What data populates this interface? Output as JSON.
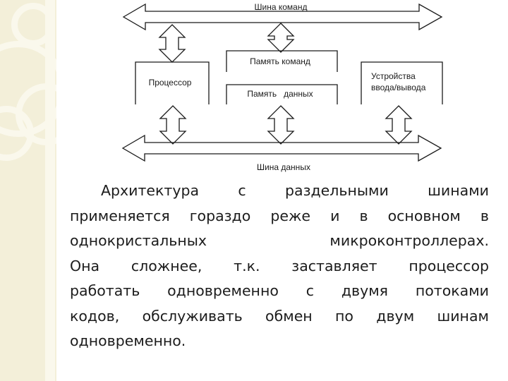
{
  "diagram": {
    "command_bus_label": "Шина команд",
    "data_bus_label": "Шина данных",
    "processor_label": "Процессор",
    "command_memory_label": "Память команд",
    "data_memory_label": "Память   данных",
    "io_devices_label_line1": "Устройства",
    "io_devices_label_line2": "ввода/вывода"
  },
  "text": {
    "lines": [
      "Архитектура с раздельными шинами",
      "применяется гораздо реже и в основном в",
      "однокристальных микроконтроллерах.",
      "Она сложнее, т.к. заставляет процессор",
      "работать одновременно с двумя потоками",
      "кодов, обслуживать обмен по двум шинам",
      "одновременно."
    ]
  },
  "colors": {
    "sidebar": "#f3efd9",
    "sidebar_accent": "#faf8ec",
    "diagram_stroke": "#1a1a1a",
    "text": "#1c1c1c"
  }
}
